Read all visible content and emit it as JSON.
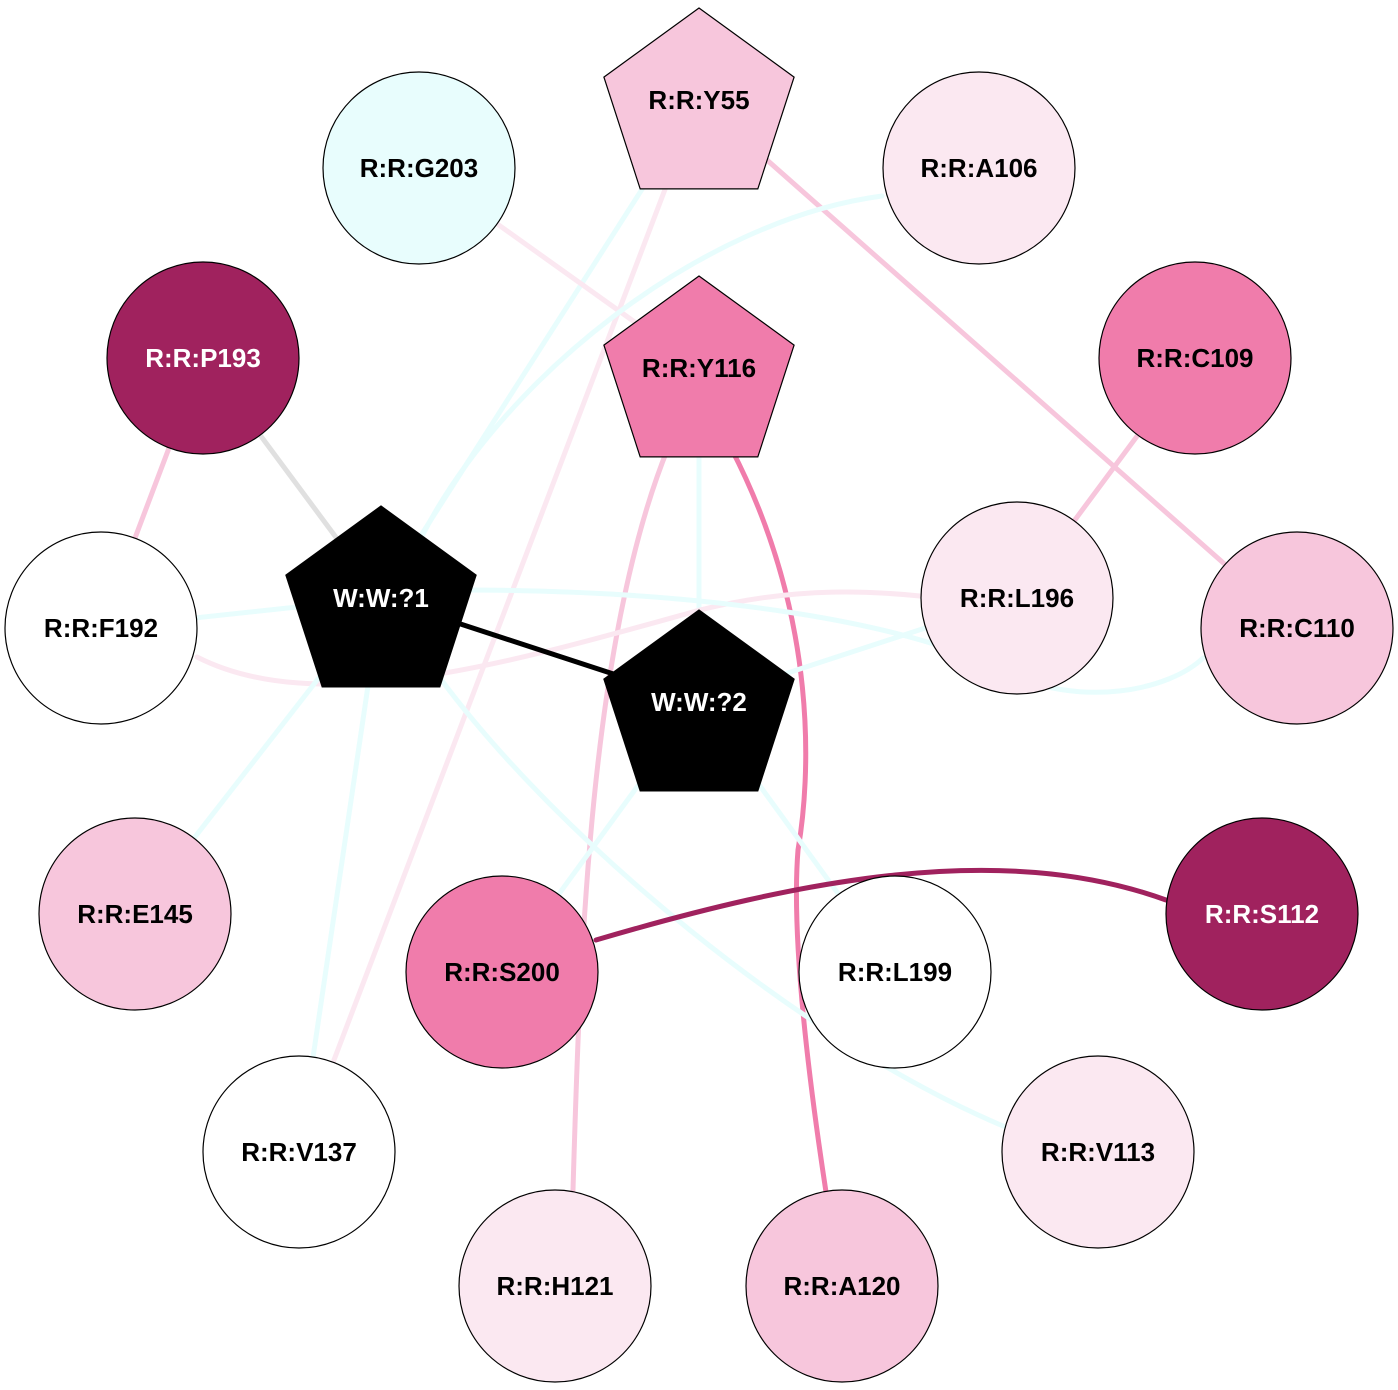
{
  "nodes": [
    {
      "id": "Y55",
      "label": "R:R:Y55",
      "shape": "pentagon",
      "fill": "#f7c6dc",
      "text": "#000000"
    },
    {
      "id": "G203",
      "label": "R:R:G203",
      "shape": "circle",
      "fill": "#e8fdfd",
      "text": "#000000"
    },
    {
      "id": "A106",
      "label": "R:R:A106",
      "shape": "circle",
      "fill": "#fbe8f1",
      "text": "#000000"
    },
    {
      "id": "P193",
      "label": "R:R:P193",
      "shape": "circle",
      "fill": "#a0225e",
      "text": "#ffffff"
    },
    {
      "id": "Y116",
      "label": "R:R:Y116",
      "shape": "pentagon",
      "fill": "#f07cab",
      "text": "#000000"
    },
    {
      "id": "C109",
      "label": "R:R:C109",
      "shape": "circle",
      "fill": "#f07cab",
      "text": "#000000"
    },
    {
      "id": "F192",
      "label": "R:R:F192",
      "shape": "circle",
      "fill": "#ffffff",
      "text": "#000000"
    },
    {
      "id": "W1",
      "label": "W:W:?1",
      "shape": "pentagon",
      "fill": "#000000",
      "text": "#ffffff"
    },
    {
      "id": "L196",
      "label": "R:R:L196",
      "shape": "circle",
      "fill": "#fbe8f1",
      "text": "#000000"
    },
    {
      "id": "C110",
      "label": "R:R:C110",
      "shape": "circle",
      "fill": "#f7c6dc",
      "text": "#000000"
    },
    {
      "id": "W2",
      "label": "W:W:?2",
      "shape": "pentagon",
      "fill": "#000000",
      "text": "#ffffff"
    },
    {
      "id": "E145",
      "label": "R:R:E145",
      "shape": "circle",
      "fill": "#f7c6dc",
      "text": "#000000"
    },
    {
      "id": "S112",
      "label": "R:R:S112",
      "shape": "circle",
      "fill": "#a0225e",
      "text": "#ffffff"
    },
    {
      "id": "S200",
      "label": "R:R:S200",
      "shape": "circle",
      "fill": "#f07cab",
      "text": "#000000"
    },
    {
      "id": "L199",
      "label": "R:R:L199",
      "shape": "circle",
      "fill": "#ffffff",
      "text": "#000000"
    },
    {
      "id": "V137",
      "label": "R:R:V137",
      "shape": "circle",
      "fill": "#ffffff",
      "text": "#000000"
    },
    {
      "id": "V113",
      "label": "R:R:V113",
      "shape": "circle",
      "fill": "#fbe8f1",
      "text": "#000000"
    },
    {
      "id": "H121",
      "label": "R:R:H121",
      "shape": "circle",
      "fill": "#fbe8f1",
      "text": "#000000"
    },
    {
      "id": "A120",
      "label": "R:R:A120",
      "shape": "circle",
      "fill": "#f7c6dc",
      "text": "#000000"
    }
  ],
  "edges": [
    {
      "from": "Y55",
      "to": "C110",
      "color": "#f7c6dc"
    },
    {
      "from": "Y55",
      "to": "W1",
      "color": "#e8fdfd"
    },
    {
      "from": "Y55",
      "to": "V137",
      "color": "#fbe8f1"
    },
    {
      "from": "G203",
      "to": "Y116",
      "color": "#fbe8f1"
    },
    {
      "from": "A106",
      "to": "W1",
      "color": "#e8fdfd"
    },
    {
      "from": "P193",
      "to": "F192",
      "color": "#f7c6dc"
    },
    {
      "from": "P193",
      "to": "W1",
      "color": "#e0e0e0"
    },
    {
      "from": "Y116",
      "to": "H121",
      "color": "#f7c6dc"
    },
    {
      "from": "Y116",
      "to": "A120",
      "color": "#f07cab"
    },
    {
      "from": "Y116",
      "to": "W2",
      "color": "#e8fdfd"
    },
    {
      "from": "C109",
      "to": "L196",
      "color": "#f7c6dc"
    },
    {
      "from": "F192",
      "to": "W1",
      "color": "#e8fdfd"
    },
    {
      "from": "F192",
      "to": "L196",
      "color": "#fbe8f1"
    },
    {
      "from": "W1",
      "to": "W2",
      "color": "#000000"
    },
    {
      "from": "W1",
      "to": "C110",
      "color": "#e8fdfd"
    },
    {
      "from": "W1",
      "to": "E145",
      "color": "#e8fdfd"
    },
    {
      "from": "W1",
      "to": "V137",
      "color": "#e8fdfd"
    },
    {
      "from": "W1",
      "to": "V113",
      "color": "#e8fdfd"
    },
    {
      "from": "W2",
      "to": "L196",
      "color": "#e8fdfd"
    },
    {
      "from": "W2",
      "to": "S200",
      "color": "#e8fdfd"
    },
    {
      "from": "W2",
      "to": "L199",
      "color": "#e8fdfd"
    },
    {
      "from": "S200",
      "to": "S112",
      "color": "#a0225e"
    }
  ]
}
